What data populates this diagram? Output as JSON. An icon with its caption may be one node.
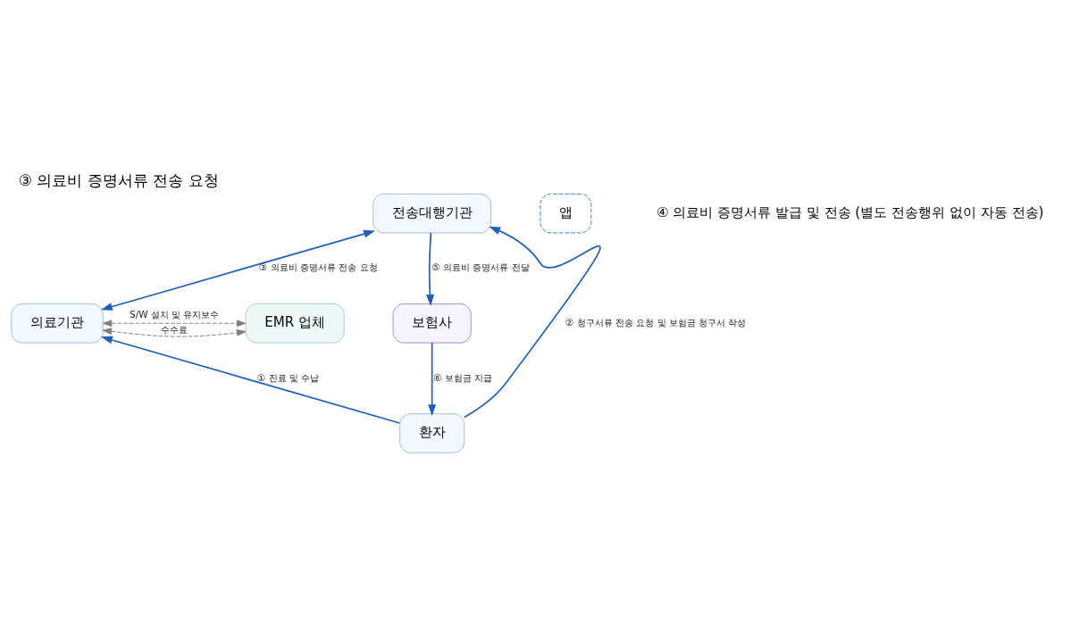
{
  "diagram": {
    "title": "③ 의료비 증명서류 전송 요청",
    "nodes": [
      {
        "text": [
          "전송대행기관"
        ]
      },
      {
        "text": [
          "앱"
        ]
      },
      {
        "text": [
          "의료기관"
        ]
      },
      {
        "text": [
          "EMR 업체"
        ]
      },
      {
        "text": [
          "보험사"
        ]
      },
      {
        "text": [
          "환자"
        ]
      }
    ],
    "edges": [
      {
        "from": 2,
        "to": 0,
        "arrow": "both",
        "label": "③ 의료비 증명서류 전송 요청",
        "color": "#1f5fbf"
      },
      {
        "from": 0,
        "to": 4,
        "arrow": "to",
        "label": "⑤ 의료비 증명서류 전달",
        "color": "#1f5fbf"
      },
      {
        "from": 4,
        "to": 5,
        "arrow": "to",
        "label": "⑥ 보험금 지급",
        "color": "#1f5fbf"
      },
      {
        "from": 5,
        "to": 2,
        "arrow": "to",
        "label": "① 진료 및 수납",
        "color": "#1f5fbf"
      },
      {
        "from": 5,
        "to": 0,
        "arrow": "to",
        "label": "② 청구서류 전송 요청 및 보험금 청구서 작성",
        "color": "#1f5fbf"
      },
      {
        "from": 2,
        "to": 3,
        "arrow": "both",
        "label": "수수료",
        "style": "dashed",
        "color": "#808080"
      },
      {
        "from": 2,
        "to": 3,
        "arrow": "both",
        "label": "S/W 설치 및 유지보수",
        "style": "dashed",
        "color": "#808080"
      }
    ],
    "labels": [
      "④ 의료비 증명서류 발급 및 전송 (별도 전송행위 없이 자동 전송)"
    ]
  }
}
